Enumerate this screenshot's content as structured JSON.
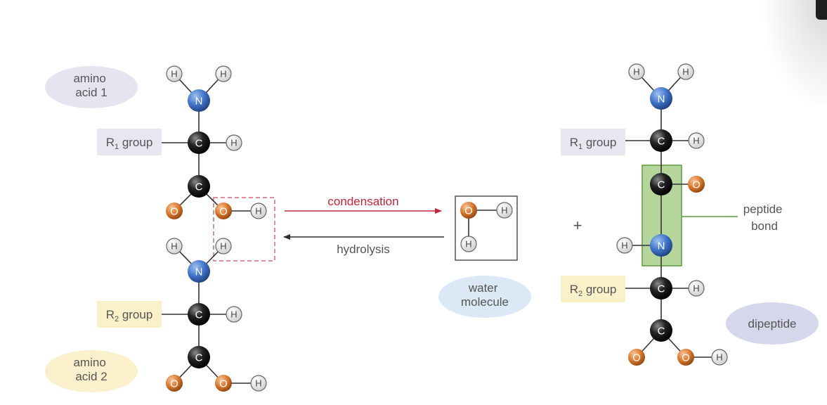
{
  "atoms": {
    "hydrogen": "H",
    "nitrogen": "N",
    "carbon": "C",
    "oxygen": "O"
  },
  "labels": {
    "amino_acid_1": [
      "amino",
      "acid 1"
    ],
    "amino_acid_2": [
      "amino",
      "acid 2"
    ],
    "r1_group": {
      "main": "R",
      "sub": "1",
      "rest": " group"
    },
    "r2_group": {
      "main": "R",
      "sub": "2",
      "rest": " group"
    },
    "condensation": "condensation",
    "hydrolysis": "hydrolysis",
    "water_molecule": [
      "water",
      "molecule"
    ],
    "plus": "+",
    "peptide_bond": [
      "peptide",
      "bond"
    ],
    "dipeptide": "dipeptide"
  },
  "colors": {
    "hydrogen_fill": "#f2f2f2",
    "nitrogen_fill": "#3f72c8",
    "carbon_fill": "#1c1c1c",
    "oxygen_fill": "#d9772a",
    "bond": "#333333",
    "condensation_arrow": "#c0263a",
    "hydrolysis_arrow": "#2b2b2b",
    "dashed_box": "#d46a78",
    "peptide_box_fill": "#a8cf8a",
    "peptide_box_stroke": "#5f9a3e",
    "label_text": "#555555",
    "r1_bg": "#e8e6f0",
    "r2_bg": "#fbf1c9",
    "amino1_ellipse": "#e6e4f0",
    "amino2_ellipse": "#fbf0cc",
    "water_ellipse": "#dbe9f7",
    "dipeptide_ellipse": "#d5d7ea"
  }
}
